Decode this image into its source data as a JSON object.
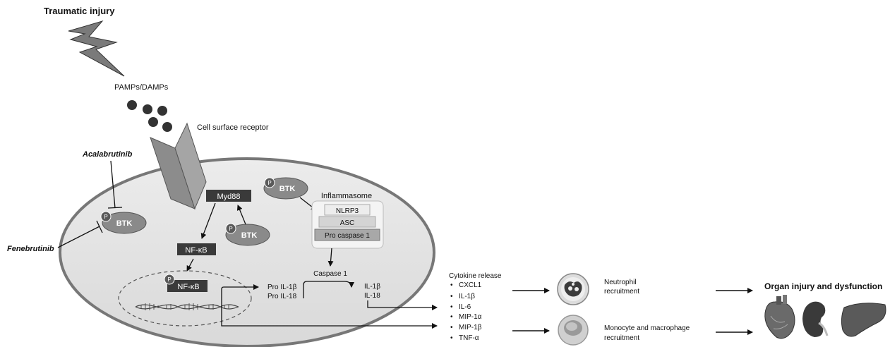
{
  "title": "Traumatic injury",
  "pamps_label": "PAMPs/DAMPs",
  "receptor_label": "Cell surface receptor",
  "drugs": {
    "acalabrutinib": "Acalabrutinib",
    "fenebrutinib": "Fenebrutinib"
  },
  "btk_label": "BTK",
  "phospho_label": "P",
  "myd88_label": "Myd88",
  "nfkb_label": "NF-κB",
  "inflammasome": {
    "title": "Inflammasome",
    "layers": [
      "NLRP3",
      "ASC",
      "Pro caspase 1"
    ]
  },
  "caspase_label": "Caspase 1",
  "pro_il": [
    "Pro IL-1β",
    "Pro IL-18"
  ],
  "il": [
    "IL-1β",
    "IL-18"
  ],
  "cytokine": {
    "title": "Cytokine release",
    "items": [
      "CXCL1",
      "IL-1β",
      "IL-6",
      "MIP-1α",
      "MIP-1β",
      "TNF-α"
    ]
  },
  "neutrophil_label": [
    "Neutrophil",
    "recruitment"
  ],
  "monocyte_label": [
    "Monocyte and macrophage",
    "recruitment"
  ],
  "organ_label": "Organ injury and dysfunction",
  "icons": [
    "lightning-icon",
    "neutrophil-icon",
    "macrophage-icon",
    "heart-icon",
    "kidney-icon",
    "liver-icon",
    "dna-icon"
  ],
  "colors": {
    "dark_box": "#3a3a3a",
    "btk_fill": "#8a8a8a",
    "cell_fill": "#e6e6e6",
    "lightning": "#7a7a7a"
  }
}
